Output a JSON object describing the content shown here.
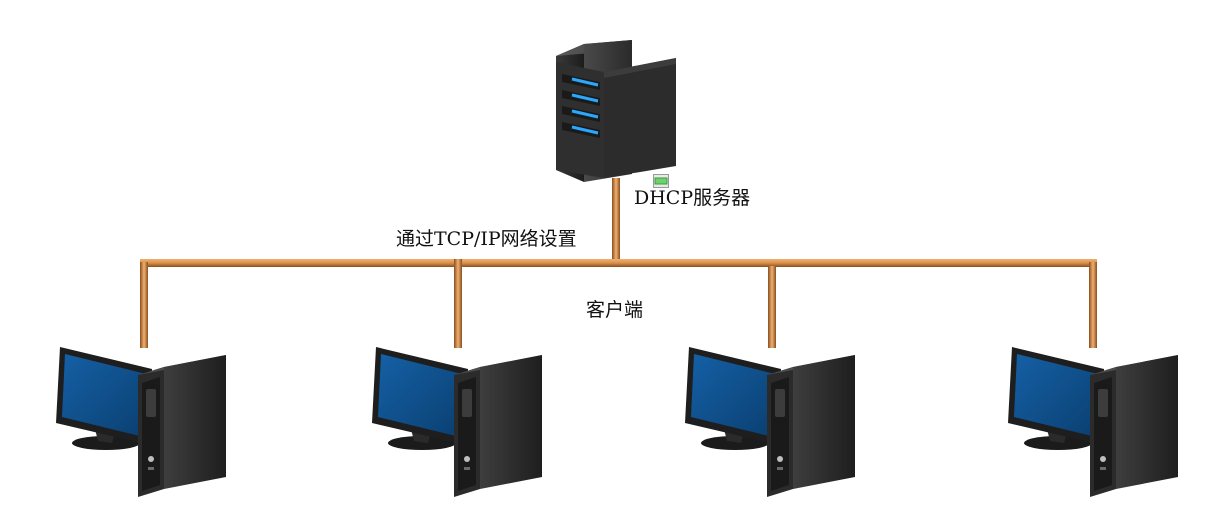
{
  "labels": {
    "server": "DHCP服务器",
    "network": "通过TCP/IP网络设置",
    "clients": "客户端"
  },
  "icons": {
    "server": "server-tower-icon",
    "client": "desktop-computer-icon",
    "indicator": "led-indicator-icon"
  },
  "colors": {
    "cable": "#d9914a",
    "cable_dark": "#8a4e1f",
    "screen": "#0f4f8a",
    "case": "#2e2e2e",
    "server_led": "#2aa8ff"
  },
  "client_count": 4
}
